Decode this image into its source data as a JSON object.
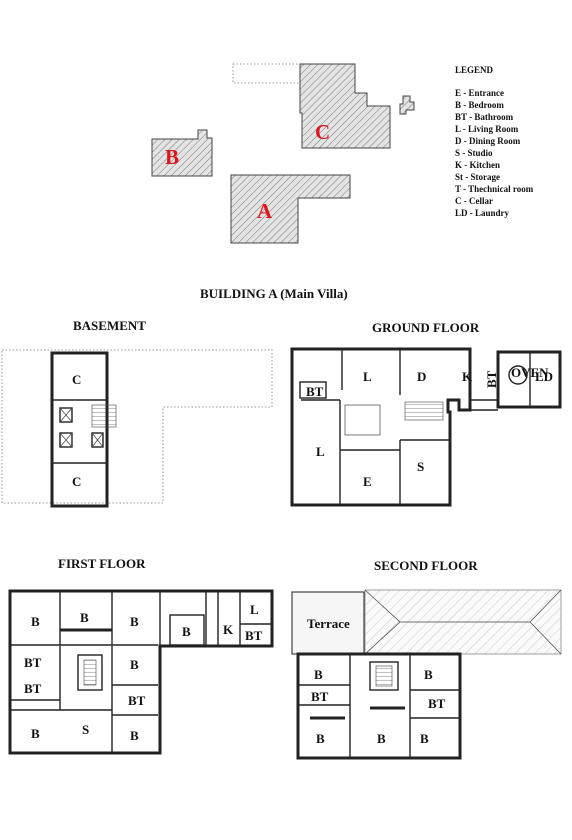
{
  "site_plan": {
    "buildings": [
      "A",
      "B",
      "C"
    ],
    "legend": {
      "title": "LEGEND",
      "items": [
        "E - Entrance",
        "B - Bedroom",
        "BT - Bathroom",
        "L - Living Room",
        "D - Dining Room",
        "S - Studio",
        "K - Kitchen",
        "St - Storage",
        "T - Thechnical room",
        "C - Cellar",
        "LD - Laundry"
      ]
    }
  },
  "main_title": "BUILDING A (Main Villa)",
  "floors": {
    "basement": {
      "title": "BASEMENT",
      "rooms": [
        "C",
        "C"
      ]
    },
    "ground": {
      "title": "GROUND FLOOR",
      "rooms": [
        "BT",
        "L",
        "D",
        "K",
        "BT",
        "OVEN",
        "LD",
        "L",
        "E",
        "S"
      ]
    },
    "first": {
      "title": "FIRST FLOOR",
      "rooms": [
        "B",
        "B",
        "B",
        "B",
        "K",
        "L",
        "BT",
        "BT",
        "BT",
        "B",
        "BT",
        "B",
        "S",
        "B"
      ]
    },
    "second": {
      "title": "SECOND FLOOR",
      "rooms": [
        "Terrace",
        "B",
        "B",
        "BT",
        "BT",
        "B",
        "B",
        "B"
      ]
    }
  }
}
